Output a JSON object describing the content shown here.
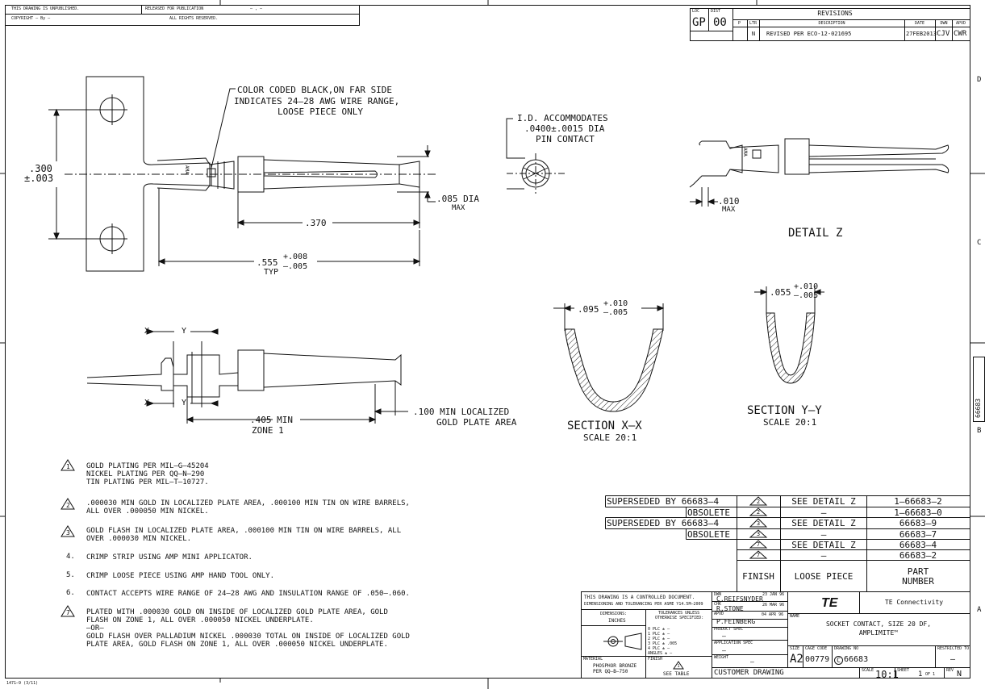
{
  "top_block": {
    "unpublished": "THIS DRAWING IS UNPUBLISHED.",
    "copyright": "COPYRIGHT  –   By –",
    "released": "RELEASED FOR PUBLICATION",
    "release_date": "– , –",
    "rights": "ALL RIGHTS RESERVED."
  },
  "revisions": {
    "loc_label": "LOC",
    "dist_label": "DIST",
    "loc": "GP",
    "dist": "00",
    "title": "REVISIONS",
    "col_p": "P",
    "col_ltr": "LTR",
    "col_desc": "DESCRIPTION",
    "col_date": "DATE",
    "col_dwn": "DWN",
    "col_apvd": "APVD",
    "row": {
      "ltr": "N",
      "desc": "REVISED PER ECO-12-021695",
      "date": "27FEB2013",
      "dwn": "CJV",
      "apvd": "CWR"
    }
  },
  "zones": {
    "d": "D",
    "c": "C",
    "b": "B",
    "a": "A",
    "side_number": "66683"
  },
  "main_view": {
    "color_note": [
      "COLOR CODED BLACK,ON FAR SIDE",
      "INDICATES 24–28 AWG WIRE RANGE,",
      "LOOSE PIECE ONLY"
    ],
    "pitch": ".300",
    "pitch_tol": "±.003",
    "dia": ".085 DIA",
    "dia_max": "MAX",
    "len_370": ".370",
    "len_555": ".555",
    "len_555_plus": "+.008",
    "len_555_minus": "–.005",
    "typ": "TYP",
    "ama_mark": "AMA"
  },
  "end_view": {
    "note": [
      "I.D. ACCOMMODATES",
      ".0400±.0015 DIA",
      "PIN CONTACT"
    ]
  },
  "detail_z": {
    "label": "DETAIL  Z",
    "dim": ".010",
    "dim_max": "MAX",
    "ama_mark": "AMA"
  },
  "side_view": {
    "x": "X",
    "y": "Y",
    "zone_dim": ".405 MIN",
    "zone_label": "ZONE 1",
    "plate_note": [
      ".100 MIN LOCALIZED",
      "GOLD PLATE AREA"
    ]
  },
  "section_xx": {
    "dim": ".095",
    "plus": "+.010",
    "minus": "–.005",
    "title": "SECTION  X–X",
    "scale": "SCALE 20:1"
  },
  "section_yy": {
    "dim": ".055",
    "plus": "+.010",
    "minus": "–.005",
    "title": "SECTION  Y–Y",
    "scale": "SCALE 20:1"
  },
  "notes": [
    {
      "num": "1",
      "flag": true,
      "text": "GOLD PLATING PER MIL–G–45204\nNICKEL PLATING PER QQ–N–290\nTIN PLATING PER MIL–T–10727."
    },
    {
      "num": "2",
      "flag": true,
      "text": ".000030 MIN GOLD IN LOCALIZED PLATE AREA, .000100 MIN TIN ON WIRE BARRELS,\nALL OVER .000050 MIN NICKEL."
    },
    {
      "num": "3",
      "flag": true,
      "text": "GOLD FLASH IN LOCALIZED PLATE AREA, .000100 MIN TIN ON WIRE BARRELS, ALL\nOVER .000030 MIN NICKEL."
    },
    {
      "num": "4.",
      "flag": false,
      "text": "CRIMP STRIP USING AMP MINI APPLICATOR."
    },
    {
      "num": "5.",
      "flag": false,
      "text": "CRIMP LOOSE PIECE USING AMP HAND TOOL ONLY."
    },
    {
      "num": "6.",
      "flag": false,
      "text": "CONTACT ACCEPTS WIRE RANGE OF 24–28 AWG AND INSULATION RANGE OF .050–.060."
    },
    {
      "num": "7",
      "flag": true,
      "text": "PLATED WITH .000030 GOLD ON INSIDE OF LOCALIZED GOLD PLATE AREA, GOLD\nFLASH ON ZONE 1, ALL OVER .000050 NICKEL UNDERPLATE.\n–OR–\nGOLD FLASH OVER PALLADIUM NICKEL .000030 TOTAL ON INSIDE OF LOCALIZED GOLD\nPLATE AREA, GOLD FLASH ON ZONE 1, ALL OVER .000050 NICKEL UNDERPLATE."
    }
  ],
  "part_table": {
    "rows": [
      {
        "status": "SUPERSEDED BY 66683–4",
        "finish": "2",
        "type": "SEE DETAIL Z",
        "part": "1–66683–2"
      },
      {
        "status": "OBSOLETE",
        "finish": "2",
        "type": "–",
        "part": "1–66683–0"
      },
      {
        "status": "SUPERSEDED BY 66683–4",
        "finish": "3",
        "type": "SEE DETAIL Z",
        "part": "66683–9"
      },
      {
        "status": "OBSOLETE",
        "finish": "3",
        "type": "–",
        "part": "66683–7"
      },
      {
        "status": "",
        "finish": "7",
        "type": "SEE DETAIL Z",
        "part": "66683–4"
      },
      {
        "status": "",
        "finish": "7",
        "type": "–",
        "part": "66683–2"
      }
    ],
    "head_finish": "FINISH",
    "head_type": "LOOSE PIECE",
    "head_part_1": "PART",
    "head_part_2": "NUMBER"
  },
  "title_block": {
    "controlled_1": "THIS DRAWING IS A CONTROLLED DOCUMENT.",
    "controlled_2": "DIMENSIONING AND TOLERANCING PER ASME Y14.5M–2009",
    "dimensions_label": "DIMENSIONS:",
    "dimensions_value": "INCHES",
    "tolerances_label_1": "TOLERANCES UNLESS",
    "tolerances_label_2": "OTHERWISE SPECIFIED:",
    "tol_lines": [
      "0 PLC  ± –",
      "1 PLC  ± –",
      "2 PLC  ± –",
      "3 PLC  ± .005",
      "4 PLC  ± –",
      "ANGLES    ± –"
    ],
    "dwn_label": "DWN",
    "dwn_name": "C.REIFSNYDER",
    "dwn_date": "23 JAN 96",
    "chk_label": "CHK",
    "chk_name": "R.STONE",
    "chk_date": "26 MAR 96",
    "apvd_label": "APVD",
    "apvd_name": "P.FEINBERG",
    "apvd_date": "04 APR 96",
    "product_spec_label": "PRODUCT SPEC",
    "product_spec": "–",
    "application_spec_label": "APPLICATION SPEC",
    "application_spec": "–",
    "weight_label": "WEIGHT",
    "weight": "–",
    "material_label": "MATERIAL",
    "material_1": "PHOSPHOR BRONZE",
    "material_2": "PER QQ–B–750",
    "finish_label": "FINISH",
    "finish_value": "SEE TABLE",
    "finish_flag": "1",
    "logo_text": "TE",
    "company": "TE Connectivity",
    "name_label": "NAME",
    "name_1": "SOCKET CONTACT, SIZE 20 DF,",
    "name_2": "AMPLIMITE™",
    "size_label": "SIZE",
    "size": "A2",
    "cage_label": "CAGE CODE",
    "cage": "00779",
    "drawing_no_label": "DRAWING NO",
    "drawing_no": "66683",
    "drawing_prefix": "C",
    "restricted_label": "RESTRICTED TO",
    "restricted": "–",
    "customer": "CUSTOMER DRAWING",
    "scale_label": "SCALE",
    "scale": "10:1",
    "sheet_label": "SHEET",
    "sheet": "1",
    "sheet_of": "OF 1",
    "rev_label": "REV",
    "rev": "N"
  },
  "form_id": "1471–9  (3/11)"
}
